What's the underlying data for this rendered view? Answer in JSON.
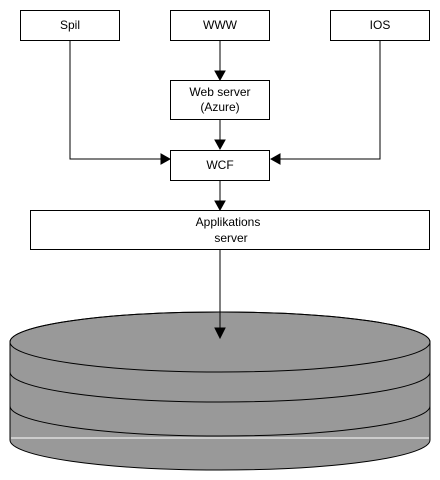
{
  "nodes": {
    "spil": "Spil",
    "www": "WWW",
    "ios": "IOS",
    "web_server": [
      "Web server",
      "(Azure)"
    ],
    "wcf": "WCF",
    "app_server": [
      "Applikations",
      "server"
    ]
  },
  "colors": {
    "box_fill": "#ffffff",
    "box_stroke": "#000000",
    "database_fill": "#999999",
    "database_highlight": "#ffffff"
  }
}
